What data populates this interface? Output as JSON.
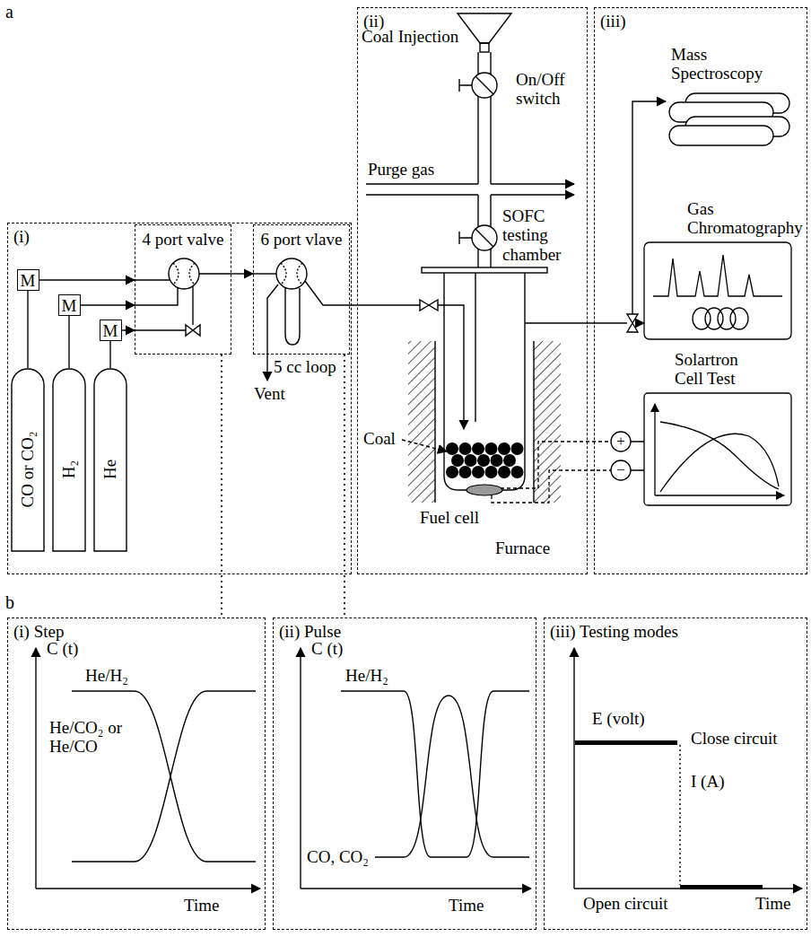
{
  "diagram": {
    "nodes": [
      {
        "text": [
          "(i)"
        ]
      },
      {
        "text": [
          "4 port valve"
        ],
        "in": 0
      },
      {
        "text": [
          "6 port vlave"
        ],
        "in": 0
      },
      {
        "text": [
          "M"
        ],
        "in": 0
      },
      {
        "text": [
          "M"
        ],
        "in": 0
      },
      {
        "text": [
          "M"
        ],
        "in": 0
      },
      {
        "text": [
          "CO or CO₂"
        ],
        "in": 0
      },
      {
        "text": [
          "H₂"
        ],
        "in": 0
      },
      {
        "text": [
          "He"
        ],
        "in": 0
      },
      {
        "text": [
          "(ii)"
        ]
      },
      {
        "text": [
          "(iii)"
        ]
      },
      {
        "text": [
          "(i) Step"
        ]
      },
      {
        "text": [
          "(ii) Pulse"
        ]
      },
      {
        "text": [
          "(iii) Testing modes"
        ]
      }
    ],
    "edges": [
      {
        "from": 6,
        "to": 3,
        "arrow": "none"
      },
      {
        "from": 7,
        "to": 4,
        "arrow": "none"
      },
      {
        "from": 8,
        "to": 5,
        "arrow": "none"
      },
      {
        "from": 3,
        "to": 1,
        "arrow": "to"
      },
      {
        "from": 4,
        "to": 1,
        "arrow": "to"
      },
      {
        "from": 5,
        "to": 1,
        "arrow": "to"
      },
      {
        "from": 1,
        "to": 2,
        "arrow": "to"
      },
      {
        "from": 1,
        "to": 11,
        "arrow": "none"
      },
      {
        "from": 2,
        "to": 12,
        "arrow": "none"
      }
    ],
    "labels": [
      "a",
      "Coal Injection",
      "On/Off switch",
      "Purge gas",
      "SOFC testing chamber",
      "Coal",
      "Fuel cell",
      "Furnace",
      "5 cc loop",
      "Vent",
      "Mass Spectroscopy",
      "Gas Chromatography",
      "Solartron Cell Test",
      "+",
      "−",
      "b",
      "C (t)",
      "He/H₂",
      "He/CO₂ or He/CO",
      "Time",
      "C (t)",
      "He/H₂",
      "CO, CO₂",
      "Time",
      "E (volt)",
      "Close circuit",
      "I (A)",
      "Open circuit",
      "Time"
    ]
  }
}
